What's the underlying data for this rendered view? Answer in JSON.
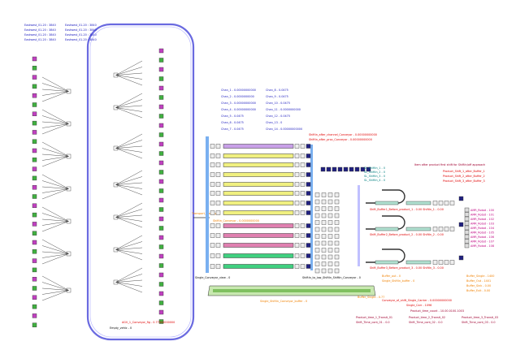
{
  "colors": {
    "loop": "#6a6ae0",
    "conveyor_blue": "#7ab0f0",
    "label_blue": "#2020c0",
    "label_red": "#e00000",
    "label_orange": "#f08000",
    "label_maroon": "#a00030",
    "label_magenta": "#c00080",
    "icon_green": "#40b040",
    "icon_navy": "#202080",
    "bar_colors": [
      "#c8a0e8",
      "#f0f080",
      "#f0f080",
      "#f0f080",
      "#f0f080",
      "#f0f080",
      "#f0f080",
      "#f0f080",
      "#e080b0",
      "#e080b0",
      "#e080b0",
      "#40d080",
      "#40d080"
    ]
  },
  "top_left_labels": [
    "Eastwest_01-20 : 3840",
    "Eastwest_01-20 : 3840",
    "Eastwest_01-20 : 3840",
    "Eastwest_01-20 : 3840",
    "Eastwest_01-20 : 3840",
    "Eastwest_01-20 : 3840",
    "Eastwest_01-20 : 3840",
    "Eastwest_01-20 : 3840"
  ],
  "chan_labels_left": [
    "Chan_1 - 0.00000000000",
    "Chan_2 - 0.0000000000",
    "Chan_3 - 0.00000000000",
    "Chan_4 - 0.00000000000",
    "Chan_5 - 0.0475",
    "Chan_6 - 0.0475",
    "Chan_7 - 0.0475"
  ],
  "chan_labels_right": [
    "Chan_8 - 0.0475",
    "Chan_9 - 0.0475",
    "Chan_10 - 0.0475",
    "Chan_11 - 0.0000000000",
    "Chan_12 - 0.0475",
    "Chan_13 - 0",
    "Chan_14 - 0.00000000000"
  ],
  "red_top_labels": [
    "ShiftIn_after_channel_Conveyor - 0.00000000000",
    "ShiftIn_after_proc_Conveyor - 0.00000000000"
  ],
  "loop_bottom_label": "AGV_1_Conveyor_fig - 0.77000000000",
  "loop_bottom_black": "Empty_vehic - 0",
  "left_orange_label": "Transport_Conveyor",
  "mid_orange_label": "ShiftIn_Conveyor - 0.0000000000",
  "single_conveyor_label": "Single_Conveyor_view - 0",
  "bottom_center_label": "ShiftIn_to_low_ShiftIn_ShiftIn_Conveyor - 0",
  "green_bar_label": "Single_ShiftIn_Conveyor_buffer - 0",
  "buffer_orange": [
    "Buffer_out - 0",
    "Single_ShiftIn_buffer - 0",
    "Buffer_Single - 0.77"
  ],
  "right_header": "Item after product first shift for ShiftIn/off approach",
  "right_red_items": [
    "Product_Shift_1_after_Buffer_1",
    "Product_Shift_2_after_Buffer_2",
    "Product_Shift_3_after_Buffer_3"
  ],
  "process_red_labels": [
    "Shift_Buffer1_Before_product_1 - 0.00 ShiftIn_1 - 0.00",
    "Shift_Buffer2_Before_product_2 - 0.00 ShiftIn_2 - 0.00",
    "Shift_Buffer3_Before_product_3 - 0.00 ShiftIn_3 - 0.00"
  ],
  "magenta_list": [
    "AMR_Robot - 100",
    "AMR_Robot - 101",
    "AMR_Robot - 102",
    "AMR_Robot - 103",
    "AMR_Robot - 104",
    "AMR_Robot - 105",
    "AMR_Robot - 106",
    "AMR_Robot - 107",
    "AMR_Robot - 108"
  ],
  "green_small_labels": [
    "SL_ShiftIn_1 - 0",
    "SL_ShiftIn_2 - 0",
    "SL_ShiftIn_3 - 0",
    "SL_ShiftIn_4 - 0"
  ],
  "right_orange_labels": [
    "Buffer_Single - 1400",
    "Buffer_Out - 1401",
    "Buffer_Sink - 0.00",
    "Buffer_Exit - 0.00"
  ],
  "conveyor_single_red": "Conveyor_of_shift_Single_Carrier - 0.00000000000",
  "conveyor_single_red2": "Single_Carr - 1096",
  "product_total": "Product_time_count - 10.00.0100.1003",
  "product_rows": [
    [
      "Product_time_1_Transit_01",
      "Product_time_2_Transit_02",
      "Product_time_3_Transit_03"
    ],
    [
      "Shift_Time_cont_01 - 0.0",
      "Shift_Time_cont_02 - 0.0",
      "Shift_Time_cont_03 - 0.0"
    ]
  ]
}
